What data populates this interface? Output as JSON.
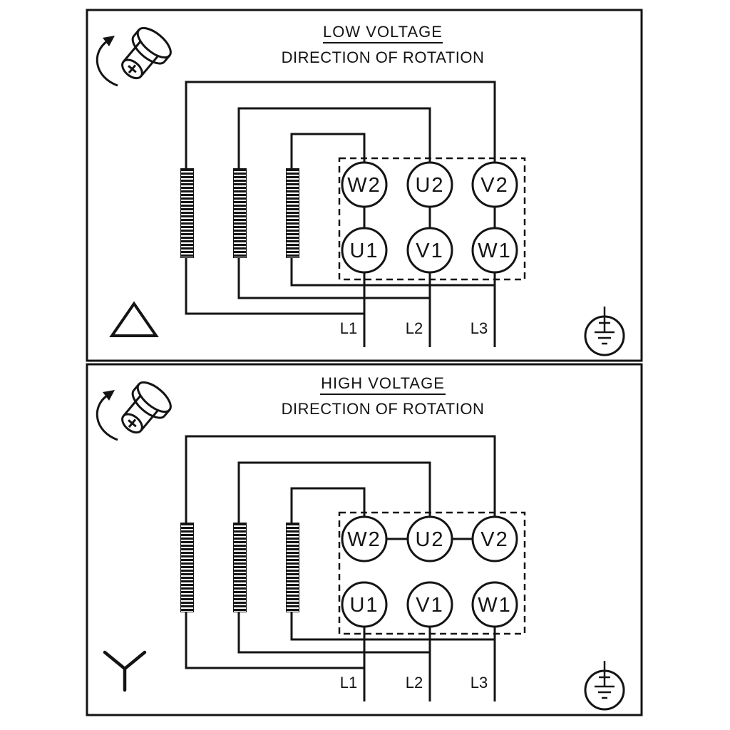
{
  "colors": {
    "ink": "#141414",
    "background": "#ffffff"
  },
  "panels": [
    {
      "title": "LOW VOLTAGE",
      "subtitle": "DIRECTION OF ROTATION",
      "connection": "delta",
      "terminals_top": [
        "W2",
        "U2",
        "V2"
      ],
      "terminals_bottom": [
        "U1",
        "V1",
        "W1"
      ],
      "leads": [
        "L1",
        "L2",
        "L3"
      ]
    },
    {
      "title": "HIGH VOLTAGE",
      "subtitle": "DIRECTION OF ROTATION",
      "connection": "star",
      "terminals_top": [
        "W2",
        "U2",
        "V2"
      ],
      "terminals_bottom": [
        "U1",
        "V1",
        "W1"
      ],
      "leads": [
        "L1",
        "L2",
        "L3"
      ]
    }
  ]
}
